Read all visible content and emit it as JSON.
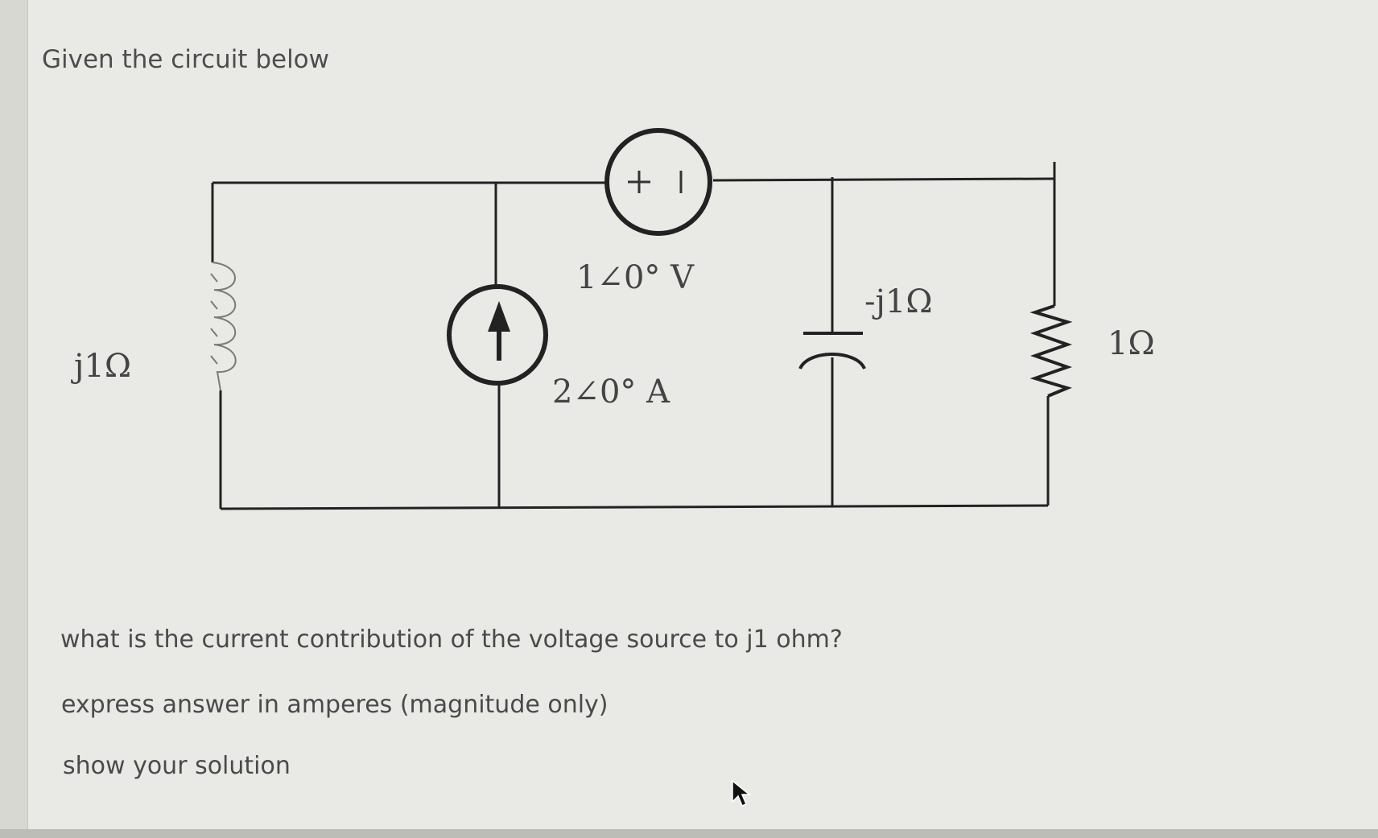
{
  "question": {
    "title": "Given the circuit below",
    "prompt": "what is the current contribution of the voltage source to j1 ohm?",
    "instruction": "express answer in amperes (magnitude only)",
    "request": "show your solution"
  },
  "circuit": {
    "inductor_label": "j1Ω",
    "voltage_source_label": "1∠0° V",
    "voltage_source_polarity": "+ |",
    "current_source_label": "2∠0° A",
    "capacitor_label": "-j1Ω",
    "resistor_label": "1Ω"
  },
  "colors": {
    "background": "#e9e9e5",
    "text": "#4a4a4a",
    "wire": "#222222"
  }
}
